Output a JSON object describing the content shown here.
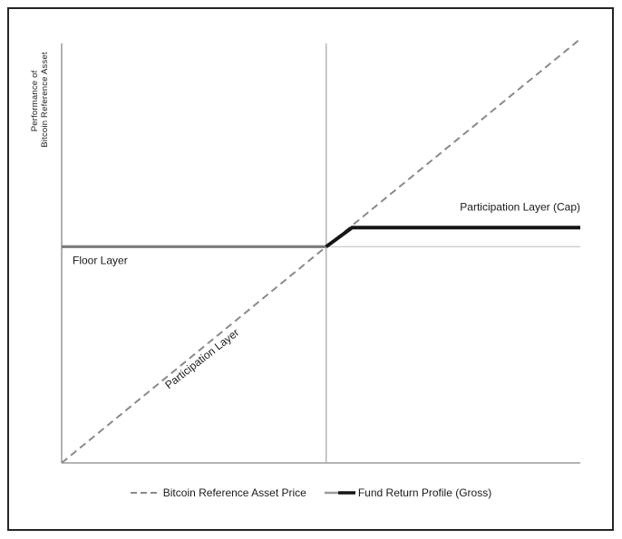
{
  "figure": {
    "background": "#ffffff",
    "border_color": "#242424"
  },
  "chart_data": {
    "type": "line",
    "title": "",
    "xlabel": "",
    "ylabel_lines": [
      "Performance of",
      "Bitcoin Reference Asset"
    ],
    "xlim": [
      0,
      10
    ],
    "ylim": [
      0,
      10
    ],
    "grid": false,
    "axis_color": "#a8a8a8",
    "series": [
      {
        "name": "Bitcoin Reference Asset Price",
        "data_name": "bitcoin-reference-asset-price-line",
        "style": "dashed",
        "dash": "8 5",
        "color": "#8a8a8a",
        "width": 2,
        "points": [
          [
            0,
            0
          ],
          [
            10,
            10
          ]
        ]
      },
      {
        "name": "Fund Return Profile (Gross) floor segment",
        "data_name": "fund-return-floor-segment",
        "style": "solid",
        "dash": "",
        "color": "#7a7a7a",
        "width": 3.2,
        "points": [
          [
            0,
            5.1
          ],
          [
            5.1,
            5.1
          ]
        ]
      },
      {
        "name": "Fund Return Profile (Gross) participation and cap segment",
        "data_name": "fund-return-cap-segment",
        "style": "solid",
        "dash": "",
        "color": "#151515",
        "width": 4,
        "points": [
          [
            5.1,
            5.1
          ],
          [
            5.6,
            5.55
          ],
          [
            10,
            5.55
          ]
        ]
      }
    ],
    "reference_lines": [
      {
        "data_name": "strike-vertical-line",
        "orientation": "vertical",
        "x": 5.1,
        "color": "#b5b5b5",
        "width": 1.5
      },
      {
        "data_name": "floor-horizontal-line",
        "orientation": "horizontal",
        "y": 5.1,
        "color": "#c6c6c6",
        "width": 1.2
      }
    ],
    "annotations": [
      {
        "data_name": "floor-layer-label",
        "text": "Floor Layer",
        "x": 0.21,
        "y": 4.69,
        "rotation": 0,
        "anchor": "start",
        "font_size": 12
      },
      {
        "data_name": "participation-layer-cap-label",
        "text": "Participation Layer (Cap)",
        "x": 10,
        "y": 5.95,
        "rotation": 0,
        "anchor": "end",
        "font_size": 12
      },
      {
        "data_name": "participation-layer-label",
        "text": "Participation Layer",
        "x": 2.75,
        "y": 2.39,
        "rotation": -38,
        "anchor": "middle",
        "font_size": 12
      }
    ],
    "legend": {
      "position": "bottom-center",
      "items": [
        {
          "label": "Bitcoin Reference Asset Price",
          "marker": "dashed-gray-line",
          "color": "#8a8a8a"
        },
        {
          "label": "Fund Return Profile (Gross)",
          "marker": "gray-then-black-line",
          "colors": [
            "#9a9a9a",
            "#151515"
          ]
        }
      ]
    }
  }
}
